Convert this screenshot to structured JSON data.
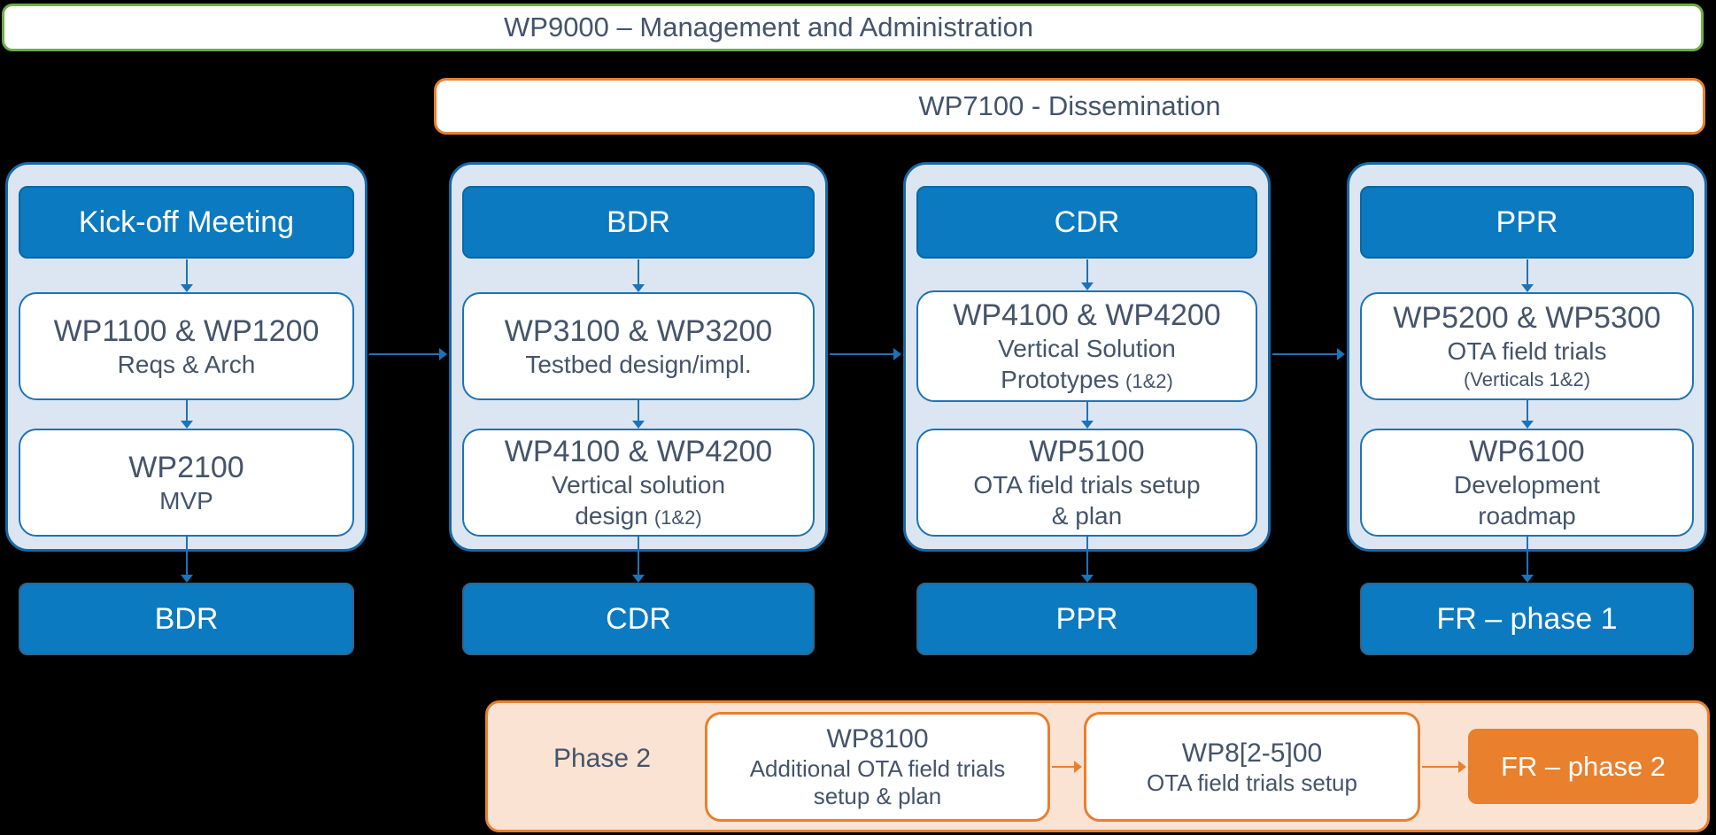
{
  "title_banners": {
    "wp9000": "WP9000 – Management and Administration",
    "wp7100": "WP7100 - Dissemination"
  },
  "columns": [
    {
      "header": "Kick-off Meeting",
      "box1": {
        "title": "WP1100 & WP1200",
        "sub1": "Reqs & Arch"
      },
      "box2": {
        "title": "WP2100",
        "sub1": "MVP"
      },
      "milestone": "BDR"
    },
    {
      "header": "BDR",
      "box1": {
        "title": "WP3100 & WP3200",
        "sub1": "Testbed design/impl."
      },
      "box2": {
        "title": "WP4100 & WP4200",
        "sub1": "Vertical solution",
        "sub2": "design",
        "sub2_small": "(1&2)"
      },
      "milestone": "CDR"
    },
    {
      "header": "CDR",
      "box1": {
        "title": "WP4100 & WP4200",
        "sub1": "Vertical Solution",
        "sub2": "Prototypes",
        "sub2_small": "(1&2)"
      },
      "box2": {
        "title": "WP5100",
        "sub1": "OTA field trials setup",
        "sub2": "& plan"
      },
      "milestone": "PPR"
    },
    {
      "header": "PPR",
      "box1": {
        "title": "WP5200 & WP5300",
        "sub1": "OTA field trials",
        "sub2_small": "(Verticals 1&2)"
      },
      "box2": {
        "title": "WP6100",
        "sub1": "Development",
        "sub2": "roadmap"
      },
      "milestone": "FR – phase 1"
    }
  ],
  "phase2": {
    "label": "Phase 2",
    "box1": {
      "title": "WP8100",
      "sub1": "Additional OTA field trials",
      "sub2": "setup & plan"
    },
    "box2": {
      "title": "WP8[2-5]00",
      "sub1": "OTA field trials setup"
    },
    "result": "FR – phase 2"
  },
  "colors": {
    "blue_fill": "#0b7ac0",
    "panel_fill": "#dce6f2",
    "panel_border": "#1668a4",
    "box_border": "#1b74b8",
    "arrow_blue": "#1b74b8",
    "green_border": "#70ad47",
    "orange": "#e8802e",
    "phase2_fill": "#fbe3d4",
    "text_dark": "#44546a",
    "background": "#000000"
  }
}
